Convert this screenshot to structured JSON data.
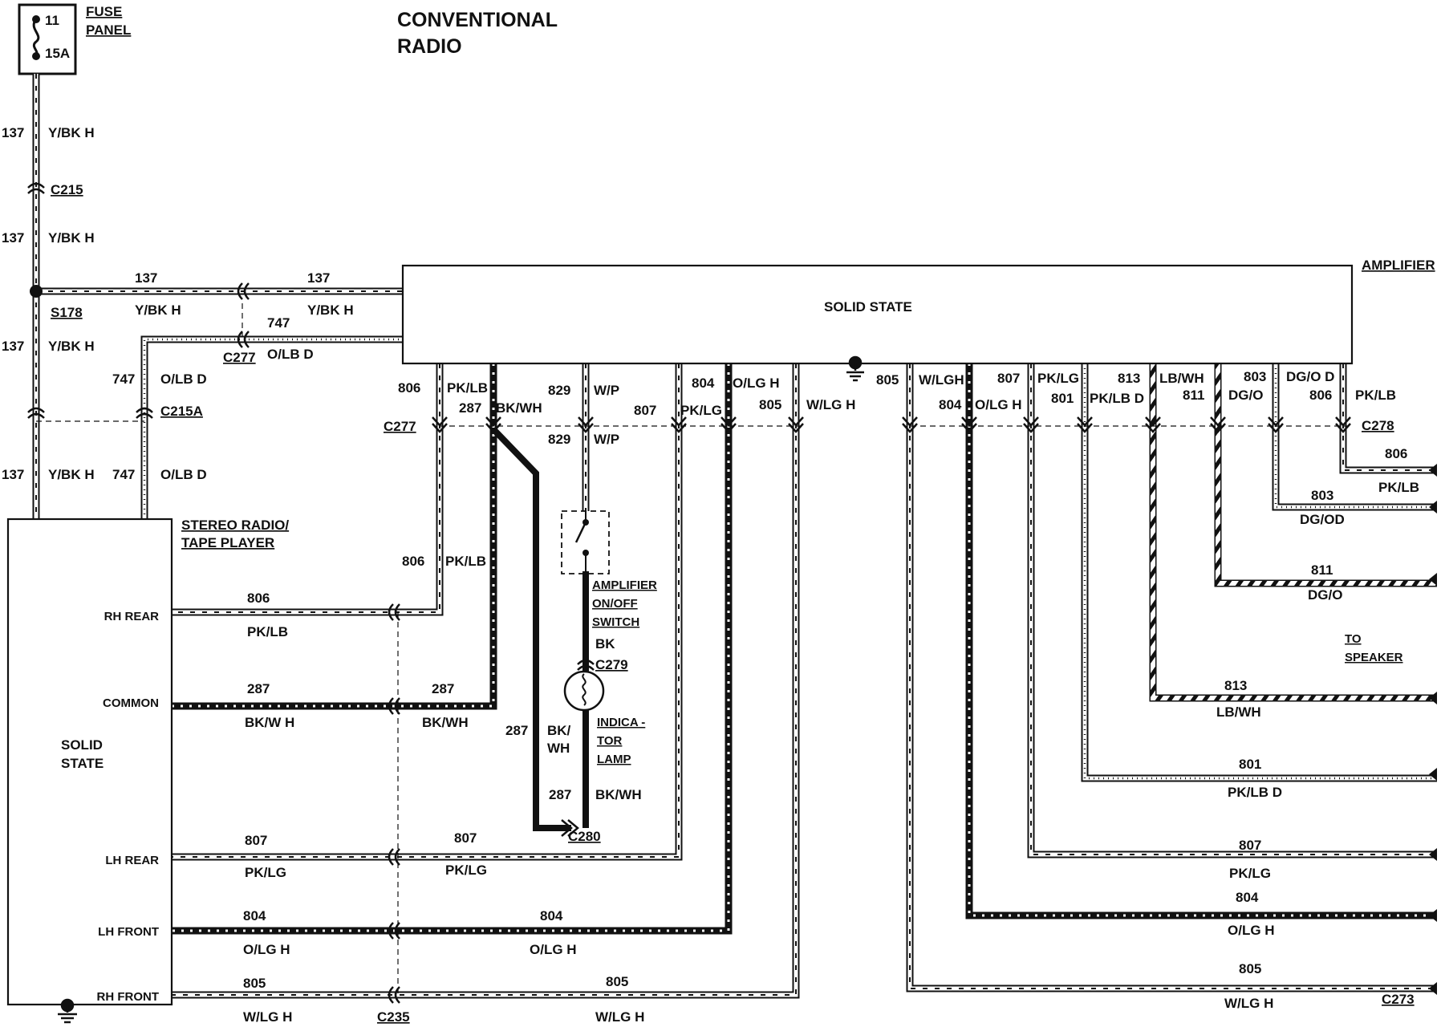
{
  "title": {
    "line1": "CONVENTIONAL",
    "line2": "RADIO"
  },
  "fuse": {
    "label_line1": "FUSE",
    "label_line2": "PANEL",
    "number": "11",
    "rating": "15A"
  },
  "connectors": {
    "c215": "C215",
    "s178": "S178",
    "c277a": "C277",
    "c215a": "C215A",
    "c277b": "C277",
    "c278": "C278",
    "c279": "C279",
    "c280": "C280",
    "c235": "C235",
    "c273": "C273"
  },
  "amplifier": {
    "name": "AMPLIFIER",
    "body": "SOLID STATE"
  },
  "radio": {
    "name_line1": "STEREO RADIO/",
    "name_line2": "TAPE PLAYER",
    "body_line1": "SOLID",
    "body_line2": "STATE",
    "terminals": [
      "RH REAR",
      "COMMON",
      "LH REAR",
      "LH FRONT",
      "RH FRONT"
    ]
  },
  "switch": {
    "line1": "AMPLIFIER",
    "line2": "ON/OFF",
    "line3": "SWITCH"
  },
  "lamp": {
    "line1": "INDICA -",
    "line2": "TOR",
    "line3": "LAMP"
  },
  "speaker": {
    "line1": "TO",
    "line2": "SPEAKER"
  },
  "circuits": {
    "n137": "137",
    "c137": "Y/BK H",
    "n747": "747",
    "c747": "O/LB D",
    "n806": "806",
    "c806": "PK/LB",
    "c806b": "PK/LB",
    "c806c": "PK/LB",
    "n287": "287",
    "c287": "BK/WH",
    "c287h": "BK/W H",
    "c287a": "BK/",
    "c287b": "WH",
    "n829": "829",
    "c829": "W/P",
    "n807": "807",
    "c807": "PK/LG",
    "n804": "804",
    "c804": "O/LG H",
    "c804b": "O/LG H",
    "n805": "805",
    "c805": "W/LG H",
    "c805b": "W/LGH",
    "n813": "813",
    "c813": "LB/WH",
    "n801": "801",
    "c801": "PK/LB D",
    "n811": "811",
    "c811": "DG/O",
    "n803": "803",
    "c803": "DG/O D",
    "c803b": "DG/OD",
    "bk": "BK"
  }
}
